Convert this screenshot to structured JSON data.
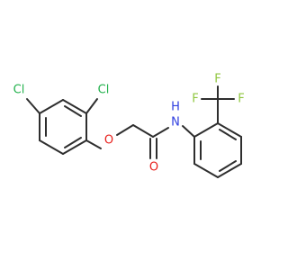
{
  "molecule": {
    "atoms": {
      "cl_left": "Cl",
      "cl_top": "Cl",
      "o_ether": "O",
      "o_carbonyl": "O",
      "nh": "N",
      "h": "H",
      "f_top": "F",
      "f_left": "F",
      "f_right": "F"
    }
  },
  "colors": {
    "bond": "#2e2e2e",
    "chlorine": "#22b14c",
    "oxygen": "#e8201c",
    "nitrogen": "#2f3ee0",
    "fluorine": "#8fc63e"
  }
}
